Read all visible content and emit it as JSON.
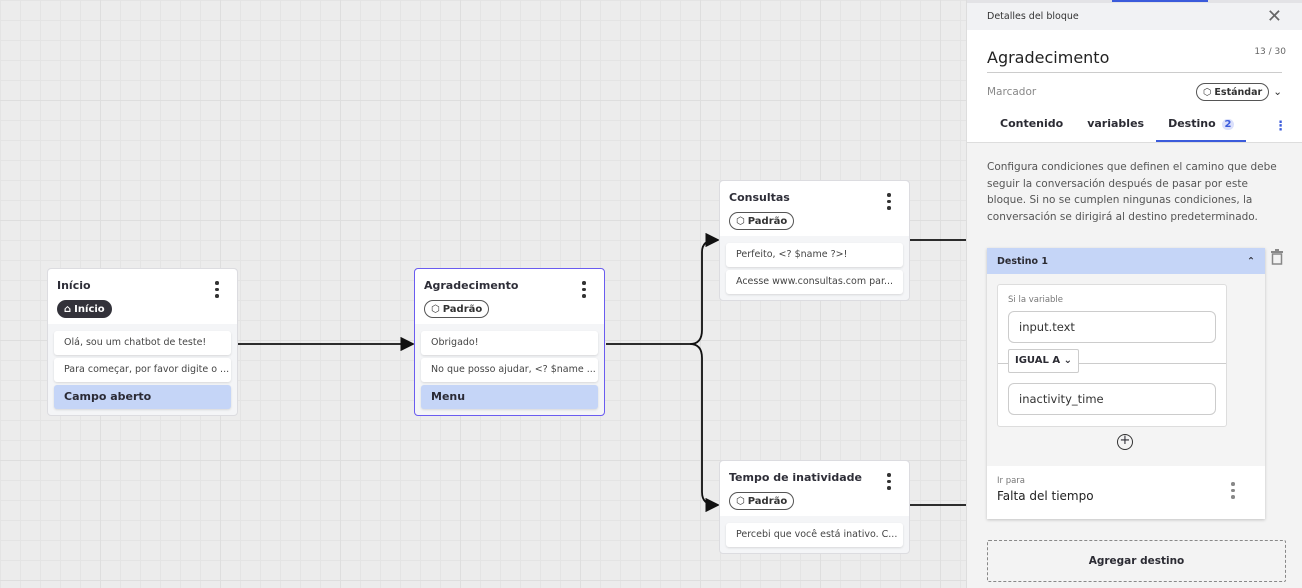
{
  "nodes": [
    {
      "title": "Início",
      "tag": "Início",
      "tag_icon": "home-icon",
      "items": [
        "Olá, sou um chatbot de teste!",
        "Para começar, por favor digite o ...",
        "Campo aberto"
      ]
    },
    {
      "title": "Agradecimento",
      "tag": "Padrão",
      "tag_icon": "tag-icon",
      "items": [
        "Obrigado!",
        "No que posso ajudar, <? $name ...",
        "Menu"
      ]
    },
    {
      "title": "Consultas",
      "tag": "Padrão",
      "tag_icon": "tag-icon",
      "items": [
        "Perfeito, <? $name ?>!",
        "Acesse www.consultas.com par..."
      ]
    },
    {
      "title": "Tempo de inatividade",
      "tag": "Padrão",
      "tag_icon": "tag-icon",
      "items": [
        "Percebi que você está inativo. C..."
      ]
    }
  ],
  "panel": {
    "header": "Detalles del bloque",
    "title": "Agradecimento",
    "count": "13 / 30",
    "marker_label": "Marcador",
    "marker_value": "Estándar",
    "tabs": [
      "Contenido",
      "variables",
      "Destino"
    ],
    "destino_badge": "2",
    "description": "Configura condiciones que definen el camino que debe seguir la conversación después de pasar por este bloque. Si no se cumplen ningunas condiciones, la conversación se dirigirá al destino predeterminado.",
    "destination": {
      "title": "Destino 1",
      "cond_label": "Si la variable",
      "variable": "input.text",
      "operator": "IGUAL A",
      "value": "inactivity_time",
      "goto_label": "Ir para",
      "goto_value": "Falta del tiempo"
    },
    "add_button": "Agregar destino"
  },
  "colors": {
    "accent": "#3b5bdb",
    "selected_border": "#6a5cf0",
    "item_highlight": "#c5d5f7"
  }
}
